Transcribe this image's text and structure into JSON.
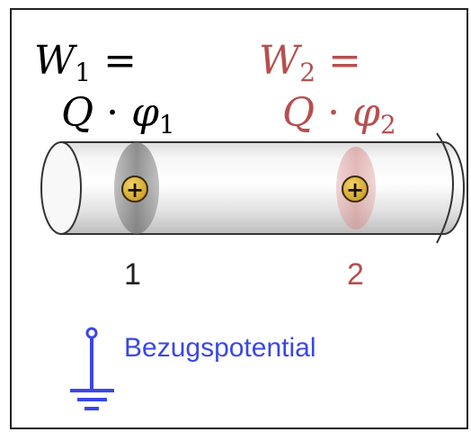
{
  "colors": {
    "black": "#000000",
    "red": "#b5504f",
    "blue": "#3a47e6"
  },
  "equation_1": {
    "line1": {
      "var": "W",
      "sub": "1",
      "op": "="
    },
    "line2": {
      "q": "Q",
      "dot": "·",
      "phi": "φ",
      "sub": "1"
    }
  },
  "equation_2": {
    "line1": {
      "var": "W",
      "sub": "2",
      "op": "="
    },
    "line2": {
      "q": "Q",
      "dot": "·",
      "phi": "φ",
      "sub": "2"
    }
  },
  "charges": {
    "symbol": "+"
  },
  "position_labels": [
    "1",
    "2"
  ],
  "reference": {
    "label": "Bezugspotential"
  }
}
